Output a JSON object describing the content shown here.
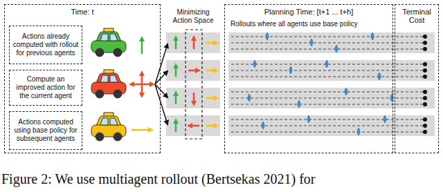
{
  "diagram": {
    "caption": "Figure 2: We use multiagent rollout (Bertsekas 2021) for",
    "nodes": [
      {
        "text": [
          "Time: t"
        ]
      },
      {
        "text": [
          "Actions already computed with rollout for previous agents"
        ],
        "in": 0
      },
      {
        "text": [
          "Compute an improved action for the current agent"
        ],
        "in": 0
      },
      {
        "text": [
          "Actions computed using base policy for subsequent agents"
        ],
        "in": 0
      },
      {
        "text": [
          "Planning Time: [t+1 ... t+h]",
          "Rollouts where all agents use base policy"
        ]
      },
      {
        "text": [
          "Terminal Cost"
        ]
      }
    ],
    "labels": [
      "Minimizing Action Space"
    ]
  }
}
